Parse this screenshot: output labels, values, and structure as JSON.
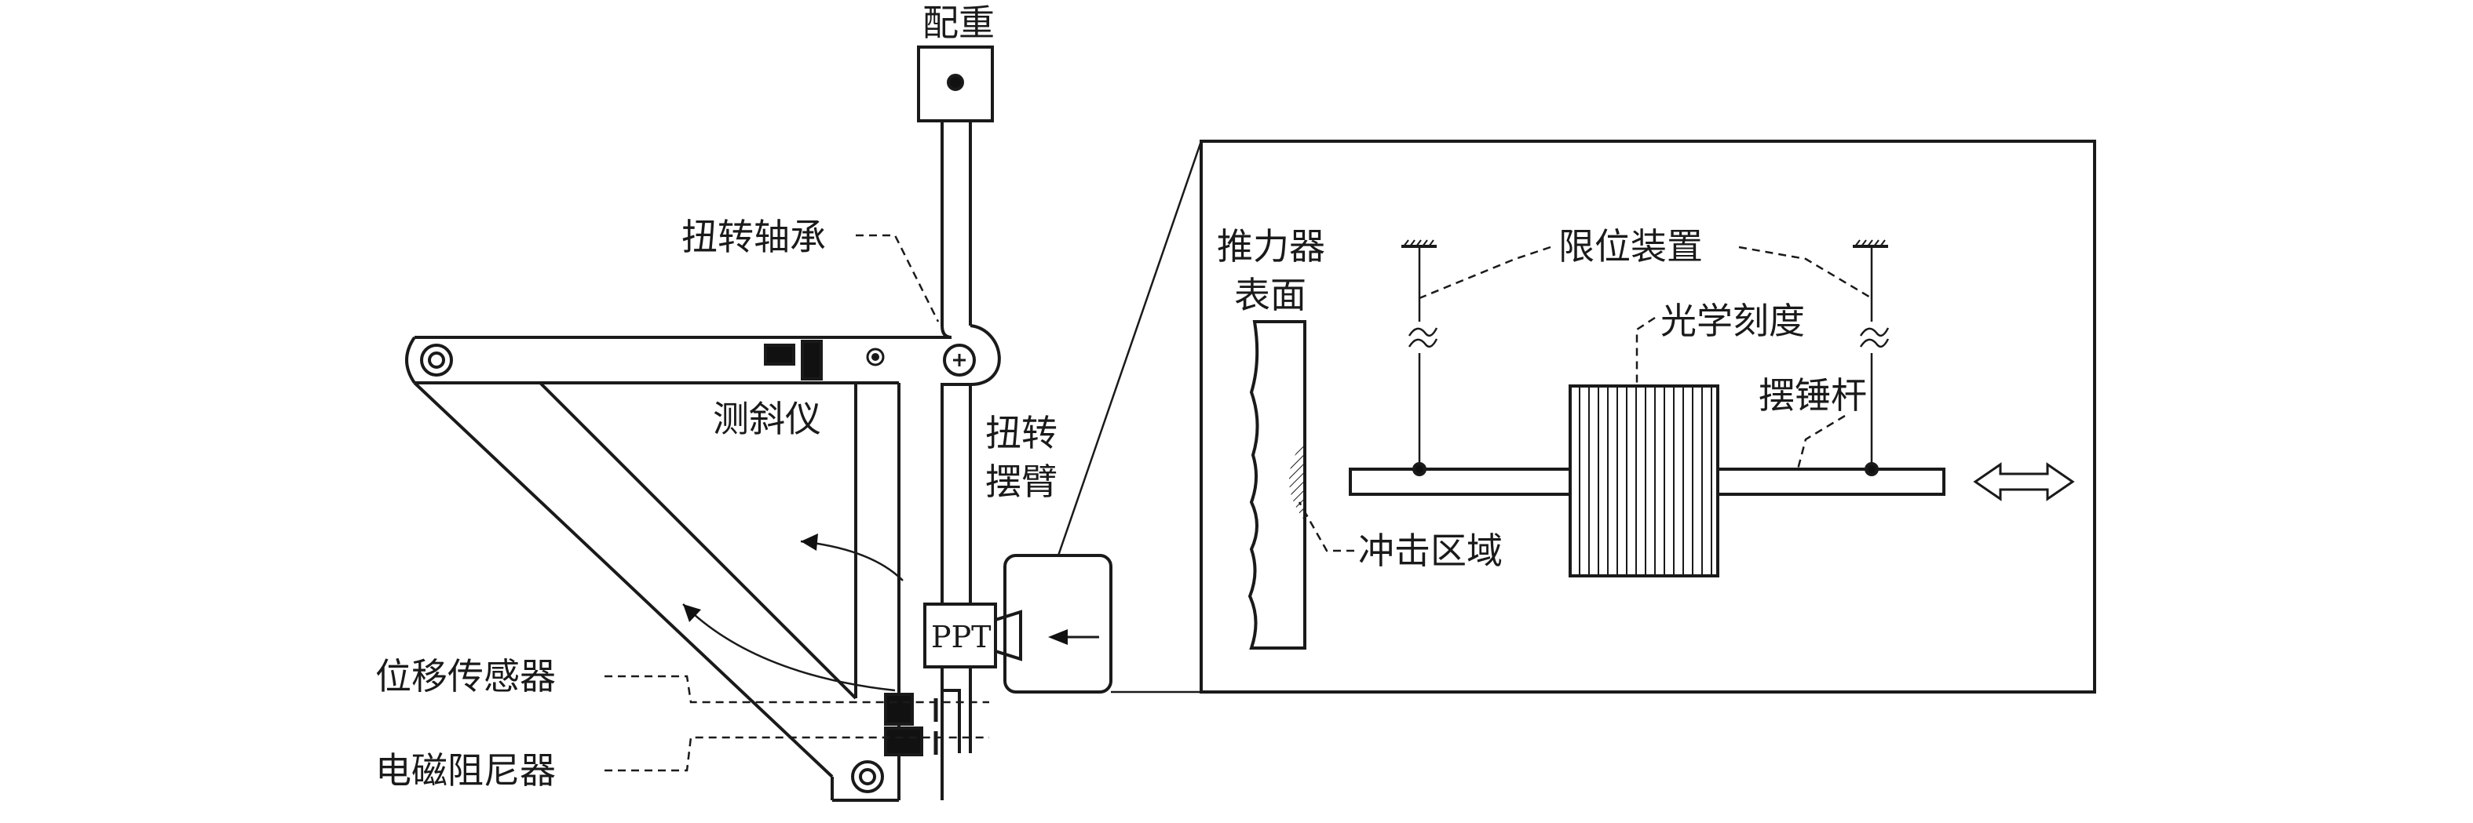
{
  "labels": {
    "counterweight": "配重",
    "torsion_bearing": "扭转轴承",
    "inclinometer": "测斜仪",
    "torsion_arm_line1": "扭转",
    "torsion_arm_line2": "摆臂",
    "displacement_sensor": "位移传感器",
    "em_damper": "电磁阻尼器",
    "ppt": "PPT",
    "thruster_surface_line1": "推力器",
    "thruster_surface_line2": "表面",
    "limit_device": "限位装置",
    "optical_scale": "光学刻度",
    "pendulum_rod": "摆锤杆",
    "impact_zone": "冲击区域"
  },
  "colors": {
    "line": "#1a1a1a",
    "dark_fill": "#111111",
    "background": "#ffffff"
  },
  "icons": {
    "pivot": "bolt-circle",
    "limit_mount": "hatched-ceiling",
    "motion": "double-arrow"
  }
}
